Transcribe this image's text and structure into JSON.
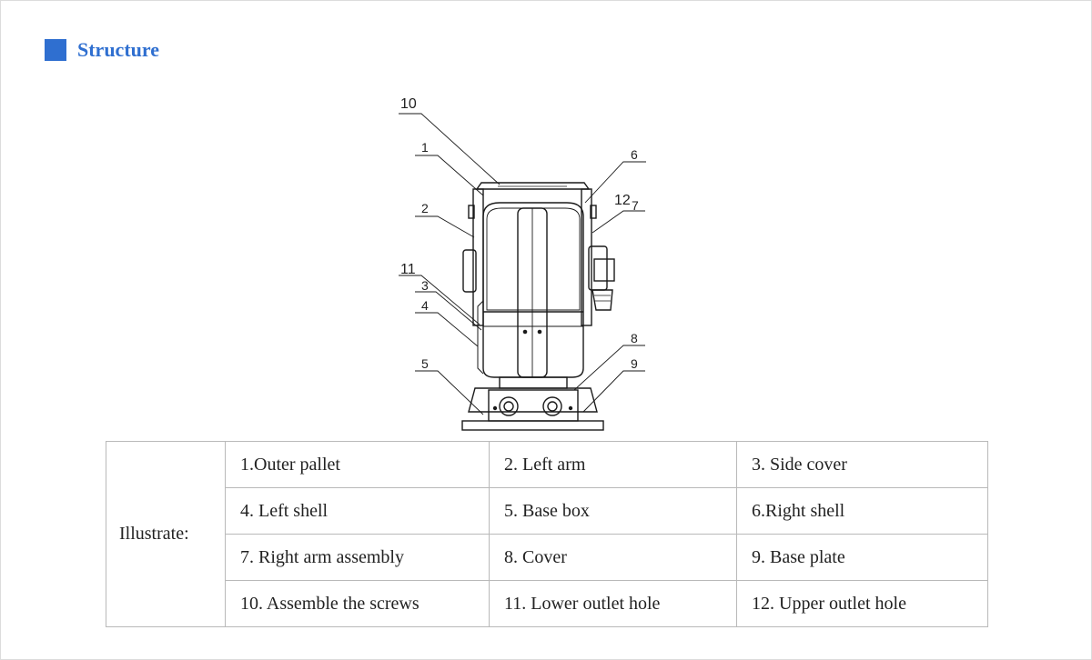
{
  "section": {
    "title": "Structure",
    "marker_color": "#2f6fd0"
  },
  "diagram": {
    "callouts": [
      "10",
      "1",
      "2",
      "11",
      "3",
      "4",
      "5",
      "6",
      "12",
      "7",
      "8",
      "9"
    ]
  },
  "legend": {
    "header": "Illustrate:",
    "rows": [
      [
        "1.Outer pallet",
        "2. Left arm",
        "3. Side cover"
      ],
      [
        "4. Left shell",
        "5. Base box",
        "6.Right shell"
      ],
      [
        "7. Right arm assembly",
        "8. Cover",
        "9. Base plate"
      ],
      [
        "10. Assemble the screws",
        "11. Lower outlet hole",
        "12. Upper outlet hole"
      ]
    ]
  }
}
